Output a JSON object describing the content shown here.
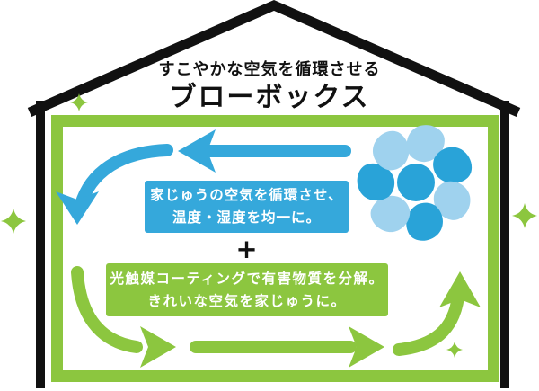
{
  "header": {
    "subtitle": "すこやかな空気を循環させる",
    "title": "ブローボックス"
  },
  "circulation_note": {
    "line1": "家じゅうの空気を循環させ、",
    "line2": "温度・湿度を均一に。"
  },
  "plus_sign": "+",
  "purification_note": {
    "line1": "光触媒コーティングで有害物質を分解。",
    "line2": "きれいな空気を家じゅうに。"
  },
  "icons": {
    "fan": "fan-icon",
    "sparkles": "sparkle-icon x4",
    "blue_arrows": [
      "arrow-left",
      "arrow-curve-down-left"
    ],
    "green_arrows": [
      "arrow-curve-down-right",
      "arrow-right",
      "arrow-curve-up-right"
    ]
  },
  "colors": {
    "outline_black": "#111111",
    "frame_green": "#8cc63f",
    "arrow_blue": "#35a8db",
    "fan_light_blue": "#9fd2ee",
    "fan_dark_blue": "#29a3d8",
    "callout_text": "#ffffff"
  }
}
